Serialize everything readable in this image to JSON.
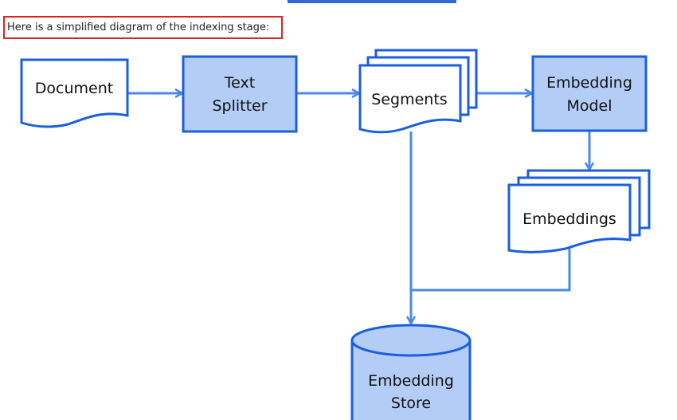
{
  "header_bar": {
    "color": "#3068d0"
  },
  "caption": {
    "text": "Here is a simplified diagram of the indexing stage:",
    "border_color": "#e02020"
  },
  "diagram": {
    "colors": {
      "stroke": "#1a5fe0",
      "fill_process": "#b3cdf7",
      "fill_doc": "#ffffff",
      "arrow": "#4a8ae8"
    },
    "nodes": {
      "document": {
        "label": "Document",
        "shape": "document"
      },
      "text_splitter": {
        "line1": "Text",
        "line2": "Splitter",
        "shape": "process"
      },
      "segments": {
        "label": "Segments",
        "shape": "multi-document"
      },
      "embedding_model": {
        "line1": "Embedding",
        "line2": "Model",
        "shape": "process"
      },
      "embeddings": {
        "label": "Embeddings",
        "shape": "multi-document"
      },
      "embedding_store": {
        "line1": "Embedding",
        "line2": "Store",
        "shape": "database"
      }
    },
    "edges": [
      {
        "from": "document",
        "to": "text_splitter"
      },
      {
        "from": "text_splitter",
        "to": "segments"
      },
      {
        "from": "segments",
        "to": "embedding_model"
      },
      {
        "from": "embedding_model",
        "to": "embeddings"
      },
      {
        "from": "segments",
        "to": "embedding_store"
      },
      {
        "from": "embeddings",
        "to": "embedding_store"
      }
    ]
  }
}
